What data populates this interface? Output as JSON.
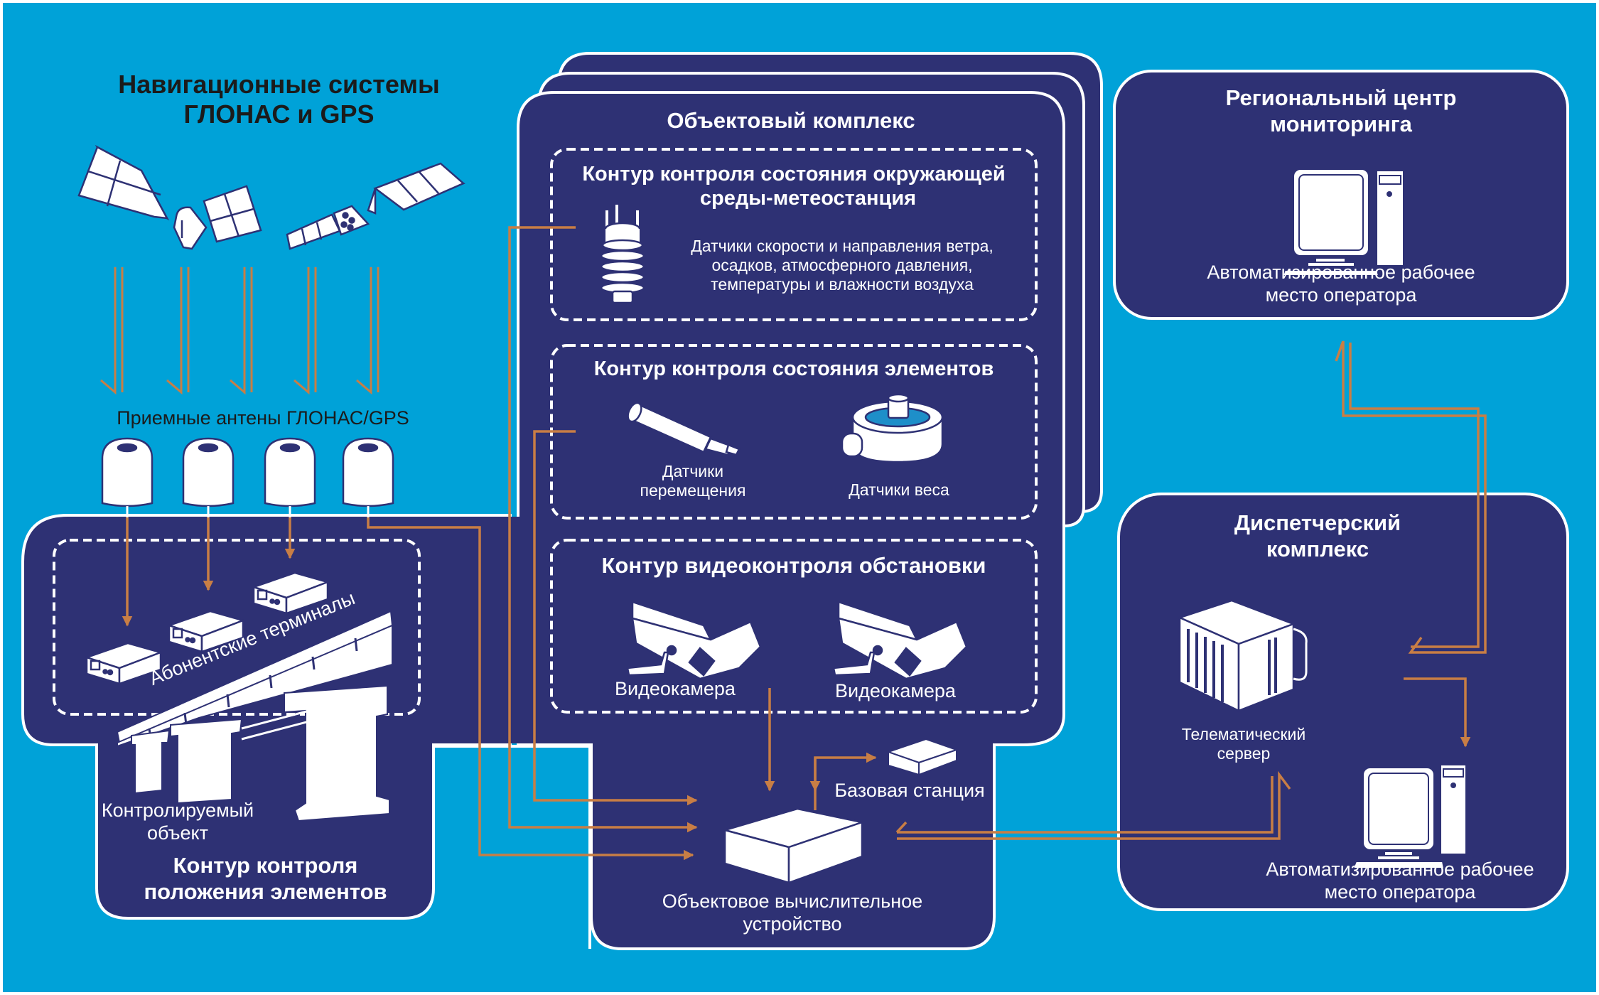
{
  "colors": {
    "background": "#00a2d8",
    "panel": "#2e3174",
    "connector": "#c87e45",
    "outline": "#ffffff",
    "title_text": "#1b1b1b"
  },
  "navigation": {
    "title_line1": "Навигационные системы",
    "title_line2": "ГЛОНАС и GPS",
    "antennas_label": "Приемные антены ГЛОНАС/GPS",
    "satellite_count": 2,
    "signal_arrow_count": 5,
    "antenna_count": 4
  },
  "position_contour": {
    "terminals_label": "Абонентские терминалы",
    "object_label_line1": "Контролируемый",
    "object_label_line2": "объект",
    "title_line1": "Контур контроля",
    "title_line2": "положения элементов"
  },
  "object_complex": {
    "title": "Объектовый комплекс",
    "weather": {
      "title_line1": "Контур контроля состояния окружающей",
      "title_line2": "среды-метеостанция",
      "desc_line1": "Датчики скорости и направления ветра,",
      "desc_line2": "осадков, атмосферного давления,",
      "desc_line3": "температуры и влажности воздуха"
    },
    "elements": {
      "title": "Контур контроля состояния элементов",
      "displacement_line1": "Датчики",
      "displacement_line2": "перемещения",
      "weight": "Датчики веса"
    },
    "video": {
      "title": "Контур видеоконтроля обстановки",
      "camera1": "Видеокамера",
      "camera2": "Видеокамера"
    },
    "base_station": "Базовая станция",
    "computer_line1": "Объектовое вычислительное",
    "computer_line2": "устройство"
  },
  "regional_center": {
    "title_line1": "Региональный центр",
    "title_line2": "мониторинга",
    "workstation_line1": "Автоматизированное рабочее",
    "workstation_line2": "место оператора"
  },
  "dispatcher": {
    "title_line1": "Диспетчерский",
    "title_line2": "комплекс",
    "server_line1": "Телематический",
    "server_line2": "сервер",
    "workstation_line1": "Автоматизированное рабочее",
    "workstation_line2": "место оператора"
  }
}
